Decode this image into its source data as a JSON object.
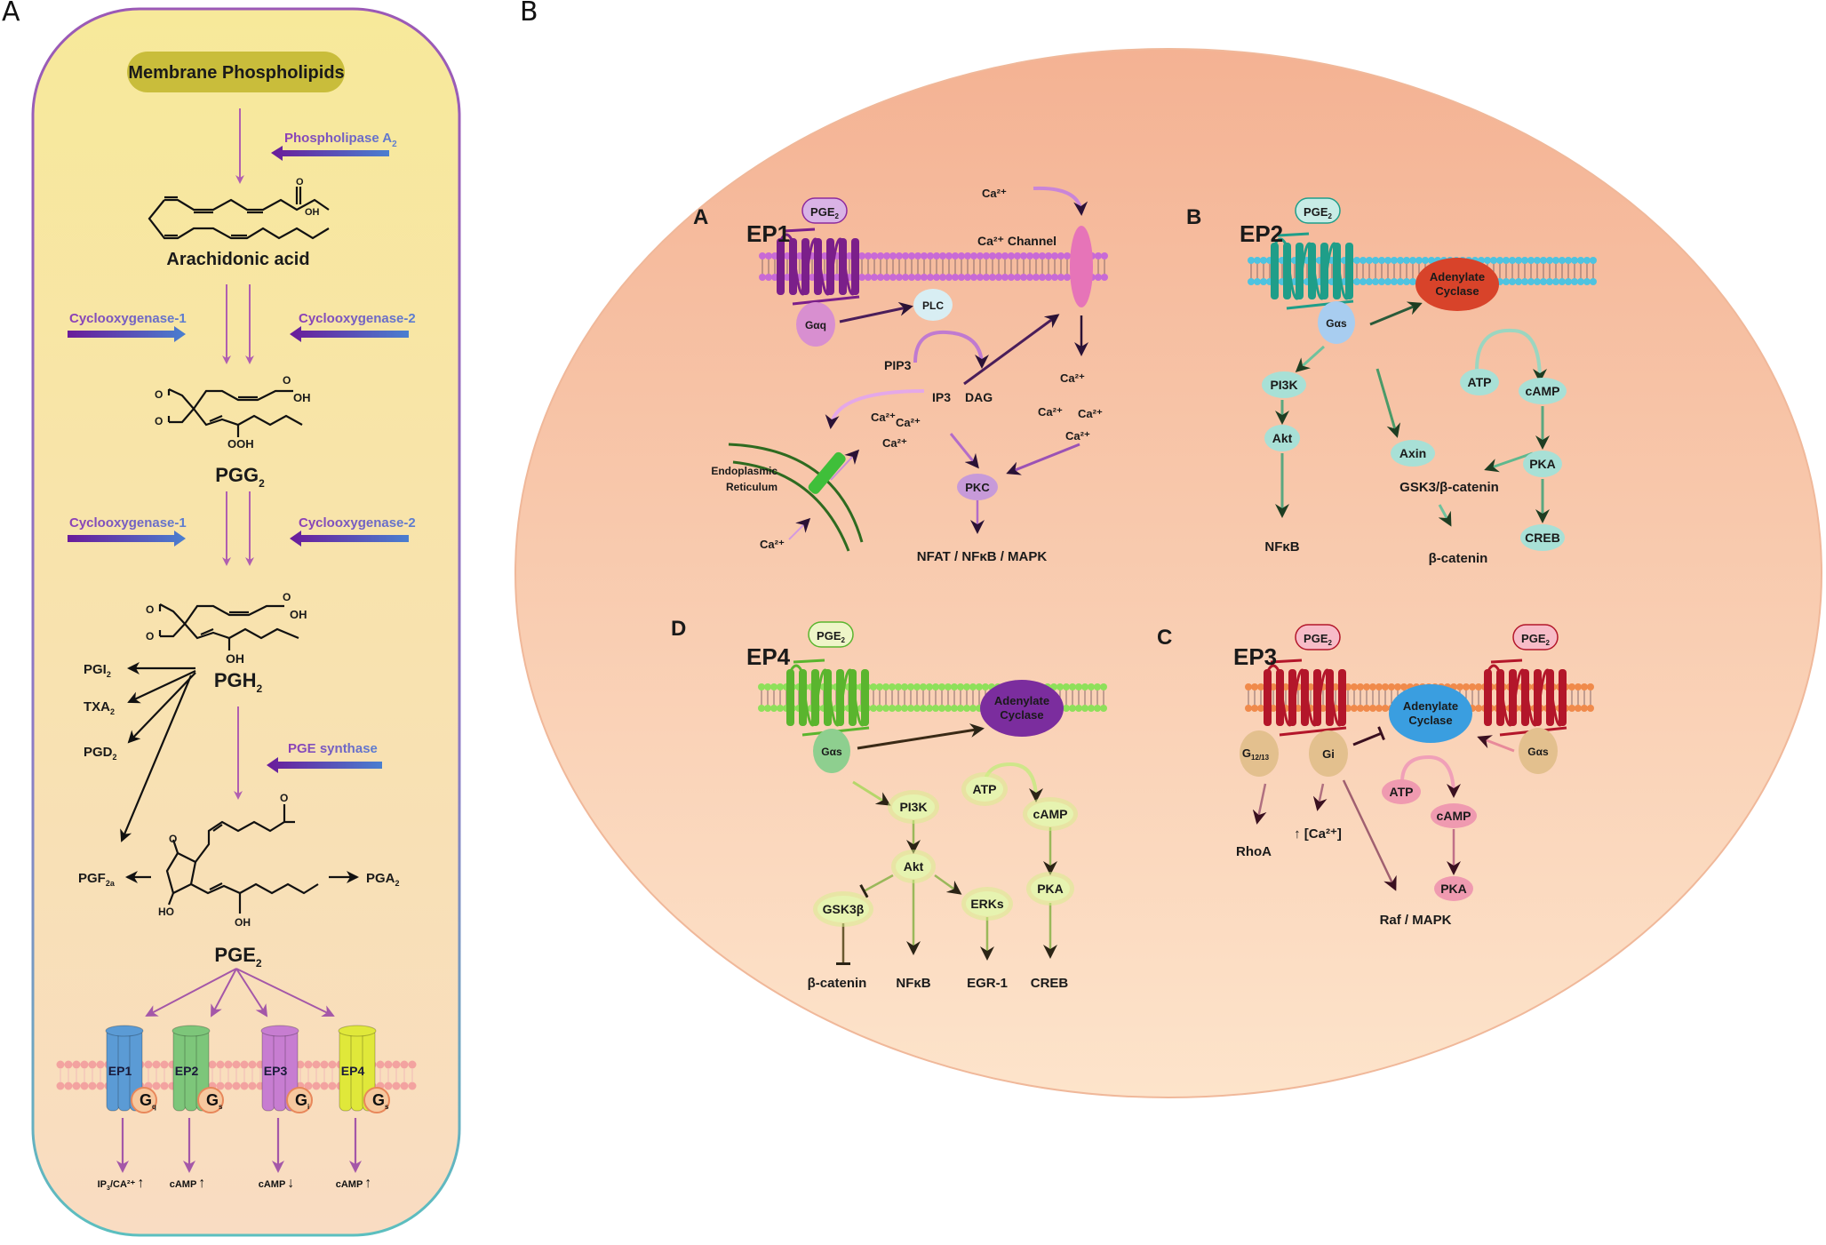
{
  "panel_labels": {
    "left": "A",
    "right": "B"
  },
  "panel_a": {
    "start_box": "Membrane Phospholipids",
    "enzymes": {
      "pla2": "Phospholipase A",
      "pla2_sub": "2",
      "cox1_top": "Cyclooxygenase-1",
      "cox2_top": "Cyclooxygenase-2",
      "cox1_bottom": "Cyclooxygenase-1",
      "cox2_bottom": "Cyclooxygenase-2",
      "pges": "PGE synthase"
    },
    "compounds": {
      "arachidonic": "Arachidonic acid",
      "pgg2": "PGG",
      "pgg2_sub": "2",
      "pgh2": "PGH",
      "pgh2_sub": "2",
      "pge2": "PGE",
      "pge2_sub": "2"
    },
    "chem_atoms": {
      "o": "O",
      "oh": "OH",
      "ooh": "OOH",
      "ho": "HO"
    },
    "side_products": [
      {
        "name": "PGI",
        "sub": "2"
      },
      {
        "name": "TXA",
        "sub": "2"
      },
      {
        "name": "PGD",
        "sub": "2"
      },
      {
        "name": "PGF",
        "sub": "2a"
      },
      {
        "name": "PGA",
        "sub": "2"
      }
    ],
    "receptors": [
      {
        "name": "EP1",
        "g": "G",
        "g_sub": "q",
        "color": "#5b9bd5",
        "output": "IP",
        "output_sub": "3",
        "output_rest": "/CA²⁺",
        "arrow": "↑"
      },
      {
        "name": "EP2",
        "g": "G",
        "g_sub": "s",
        "color": "#7dc67a",
        "output": "cAMP",
        "output_sub": "",
        "output_rest": "",
        "arrow": "↑"
      },
      {
        "name": "EP3",
        "g": "G",
        "g_sub": "i",
        "color": "#c77dd1",
        "output": "cAMP",
        "output_sub": "",
        "output_rest": "",
        "arrow": "↓"
      },
      {
        "name": "EP4",
        "g": "G",
        "g_sub": "s",
        "color": "#e0e83a",
        "output": "cAMP",
        "output_sub": "",
        "output_rest": "",
        "arrow": "↑"
      }
    ],
    "colors": {
      "bg_top": "#f7e79a",
      "bg_bottom": "#f9dcc0",
      "border_top": "#9b59b6",
      "border_bottom": "#5bbfbf",
      "start_box": "#c9bd3b",
      "enzyme_arrow_a": "#6a1b9a",
      "enzyme_arrow_b": "#4a7fd0",
      "pathway_arrow": "#b05fb0"
    }
  },
  "panel_b": {
    "quadrants": {
      "ep1": {
        "letter": "A",
        "receptor": "EP1",
        "ligand": "PGE",
        "ligand_sub": "2",
        "channel": "Ca²⁺ Channel",
        "ca_out": "Ca²⁺",
        "nodes": {
          "gaq": "Gαq",
          "plc": "PLC",
          "pip3": "PIP3",
          "ip3": "IP3",
          "dag": "DAG",
          "pkc": "PKC"
        },
        "er_label_1": "Endoplasmic",
        "er_label_2": "Reticulum",
        "ca": "Ca²⁺",
        "output": "NFAT / NFκB / MAPK",
        "color": "#8e2a9c",
        "membrane_color": "#c86ad6"
      },
      "ep2": {
        "letter": "B",
        "receptor": "EP2",
        "ligand": "PGE",
        "ligand_sub": "2",
        "ac_1": "Adenylate",
        "ac_2": "Cyclase",
        "nodes": {
          "gas": "Gαs",
          "pi3k": "PI3K",
          "akt": "Akt",
          "axin": "Axin",
          "atp": "ATP",
          "camp": "cAMP",
          "pka": "PKA",
          "creb": "CREB"
        },
        "gsk": "GSK3/β-catenin",
        "nfkb": "NFκB",
        "bcat": "β-catenin",
        "color": "#1f9e89",
        "membrane_color": "#4ec3e0",
        "ac_color": "#e0442c"
      },
      "ep4": {
        "letter": "D",
        "receptor": "EP4",
        "ligand": "PGE",
        "ligand_sub": "2",
        "ac_1": "Adenylate",
        "ac_2": "Cyclase",
        "nodes": {
          "gas": "Gαs",
          "pi3k": "PI3K",
          "akt": "Akt",
          "gsk3b": "GSK3β",
          "erks": "ERKs",
          "atp": "ATP",
          "camp": "cAMP",
          "pka": "PKA"
        },
        "outputs": [
          "β-catenin",
          "NFκB",
          "EGR-1",
          "CREB"
        ],
        "color": "#5ab52e",
        "membrane_color": "#8ee05a",
        "ac_color": "#7b2d9e"
      },
      "ep3": {
        "letter": "C",
        "receptor": "EP3",
        "ligand": "PGE",
        "ligand_sub": "2",
        "ac_1": "Adenylate",
        "ac_2": "Cyclase",
        "nodes": {
          "g1213": "G",
          "g1213_sub": "12/13",
          "gi": "Gi",
          "gas": "Gαs",
          "atp": "ATP",
          "camp": "cAMP",
          "pka": "PKA"
        },
        "rhoa": "RhoA",
        "ca": "↑ [Ca²⁺]",
        "raf": "Raf / MAPK",
        "color": "#b3162a",
        "membrane_color": "#f08a4b",
        "ac_color": "#3a9ee0"
      }
    },
    "colors": {
      "cell_top": "#f4b496",
      "cell_bottom": "#fde2c8"
    }
  }
}
